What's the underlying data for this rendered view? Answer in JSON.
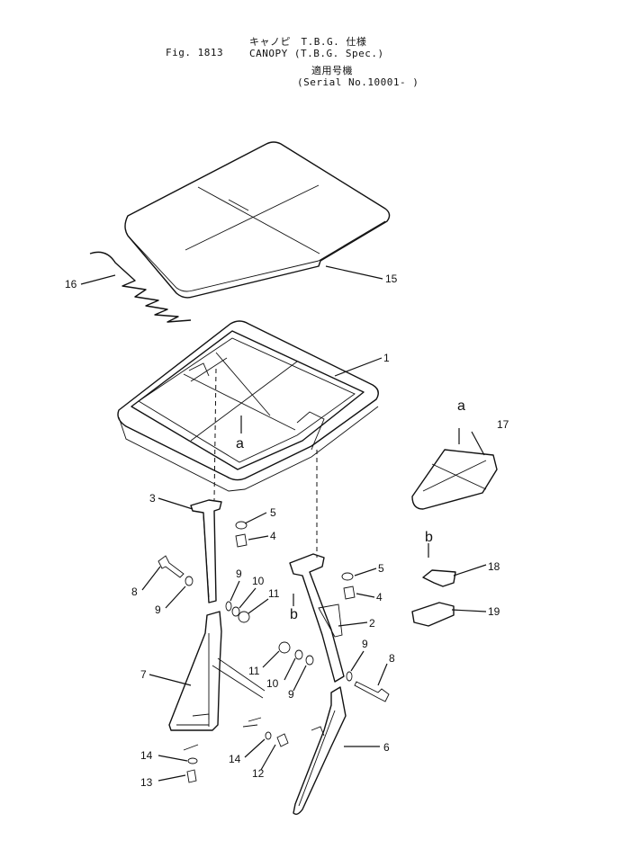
{
  "header": {
    "fig_label": "Fig. 1813",
    "title_jp": "キャノピ　T.B.G. 仕様",
    "title_en": "CANOPY (T.B.G. Spec.)",
    "serial_jp": "適用号機",
    "serial_en": "(Serial No.10001- )"
  },
  "callouts": {
    "c1": "1",
    "c2": "2",
    "c3": "3",
    "c4a": "4",
    "c4b": "4",
    "c5a": "5",
    "c5b": "5",
    "c6": "6",
    "c7": "7",
    "c8a": "8",
    "c8b": "8",
    "c9a": "9",
    "c9b": "9",
    "c9c": "9",
    "c9d": "9",
    "c10a": "10",
    "c10b": "10",
    "c11a": "11",
    "c11b": "11",
    "c12": "12",
    "c13": "13",
    "c14a": "14",
    "c14b": "14",
    "c15": "15",
    "c16": "16",
    "c17": "17",
    "c18": "18",
    "c19": "19"
  },
  "view_letters": {
    "a_frame": "a",
    "a_detail": "a",
    "b_bracket": "b",
    "b_detail": "b"
  }
}
